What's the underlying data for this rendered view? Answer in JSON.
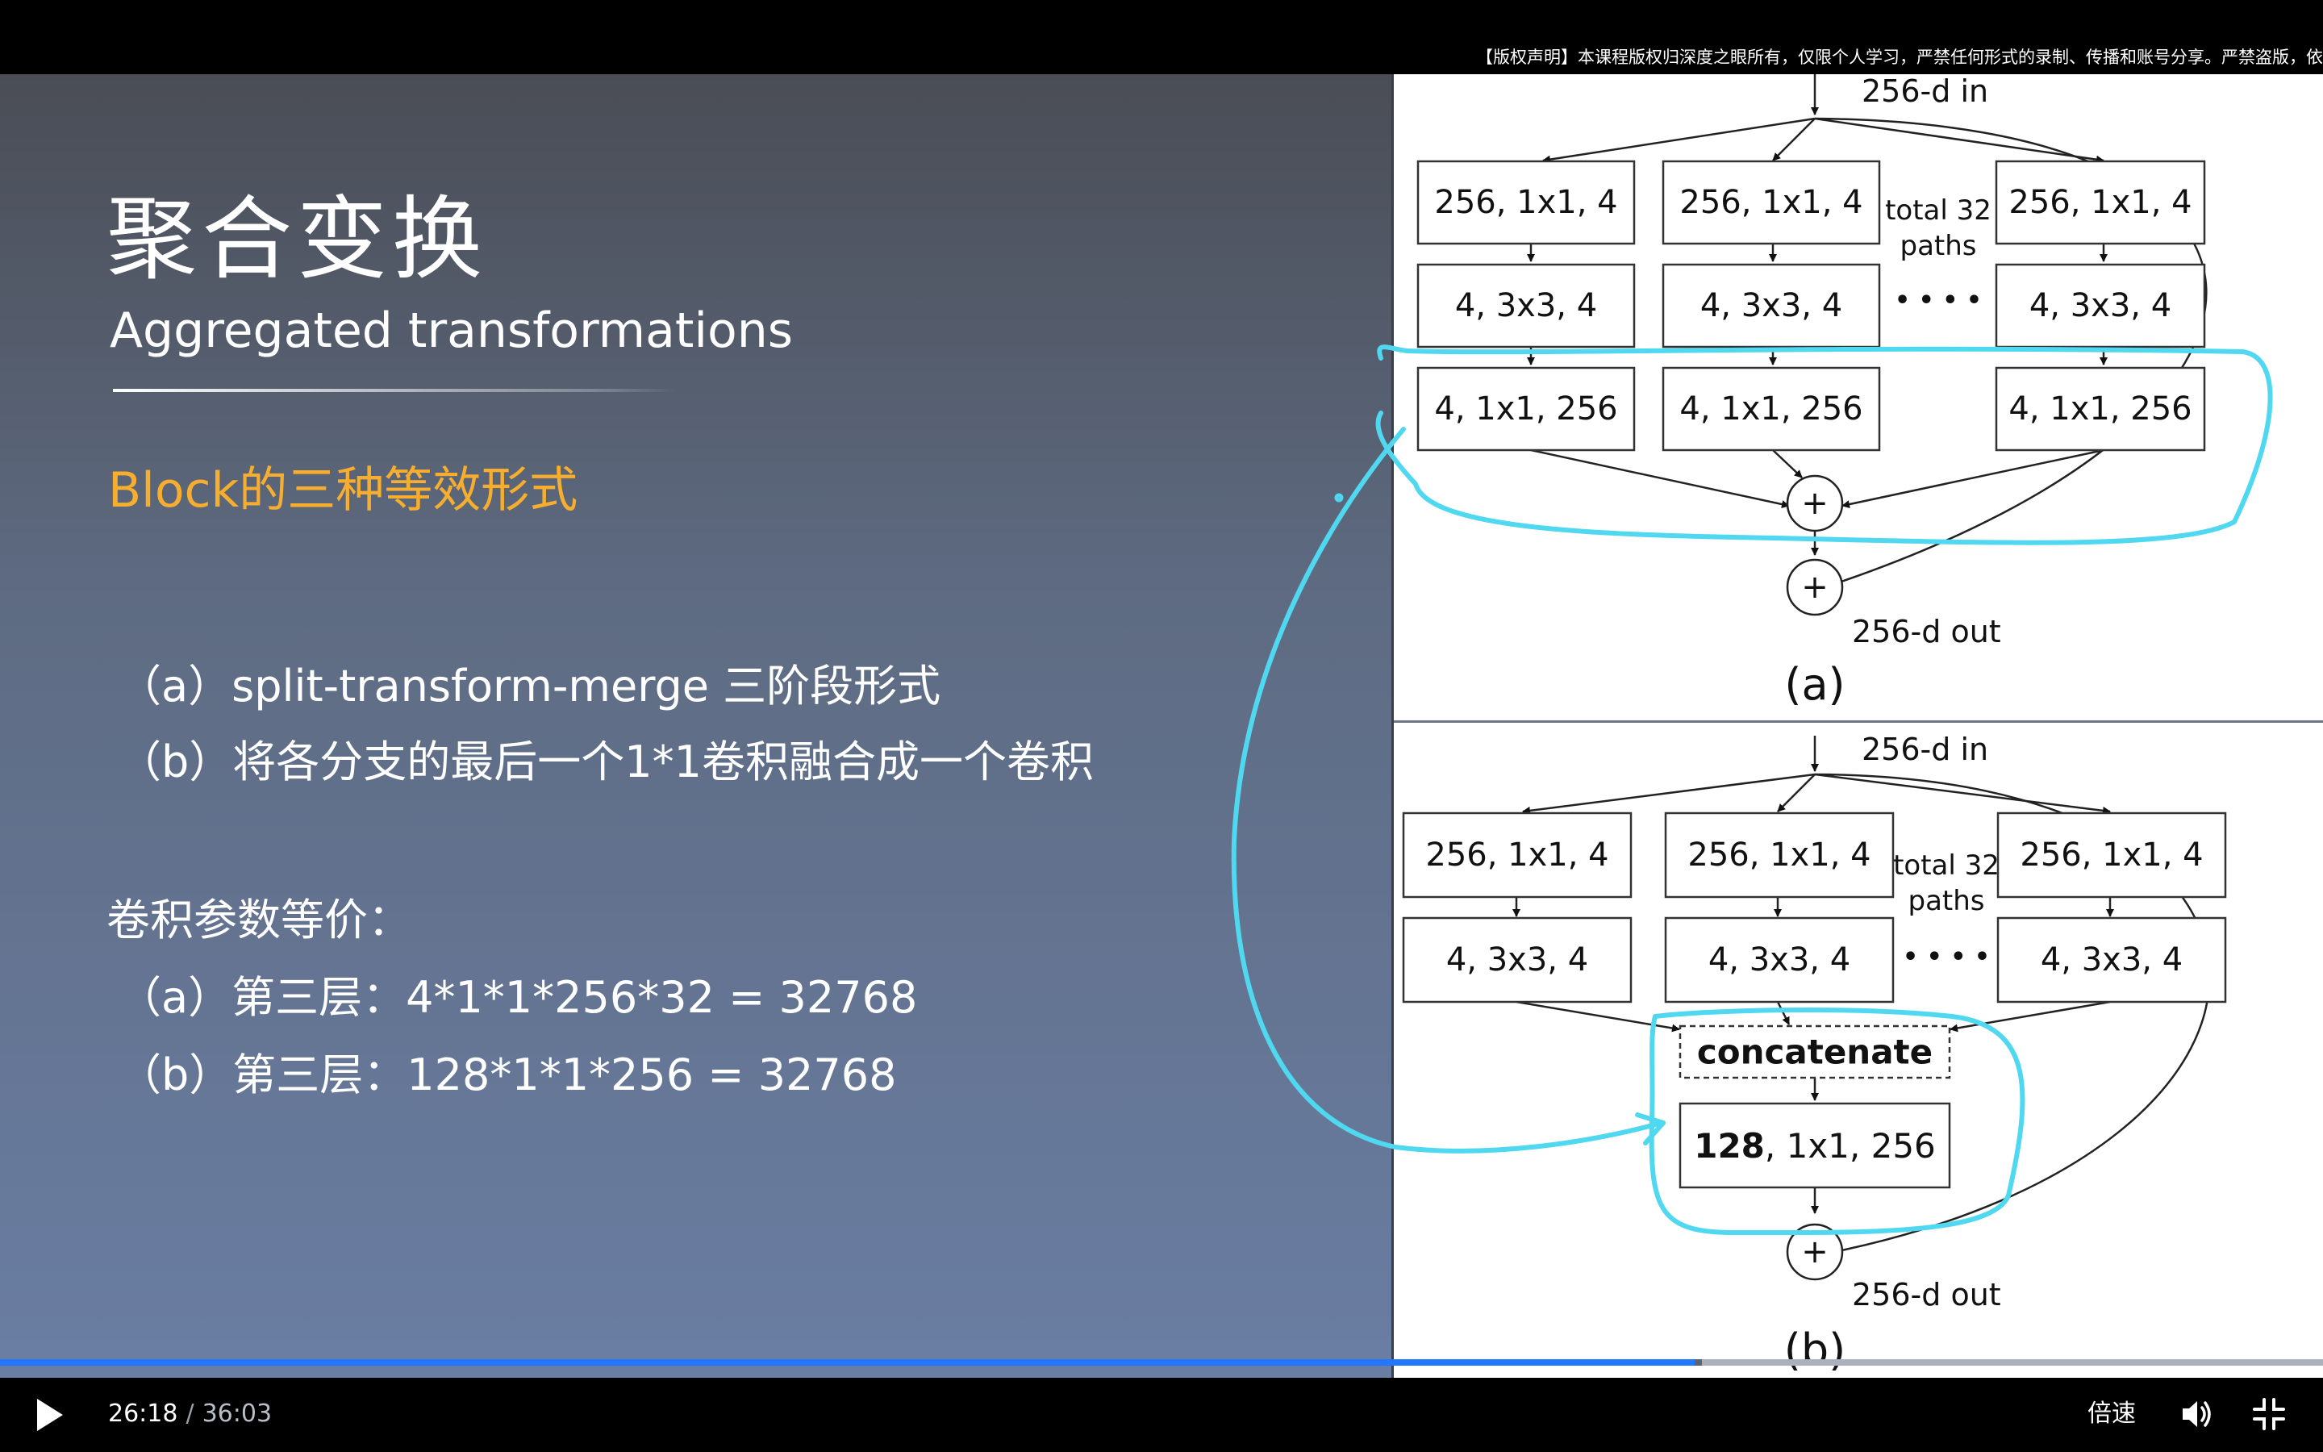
{
  "top_notice": "【版权声明】本课程版权归深度之眼所有，仅限个人学习，严禁任何形式的录制、传播和账号分享。严禁盗版，依法必",
  "slide": {
    "title_cn": "聚合变换",
    "title_en": "Aggregated transformations",
    "subtitle": "Block的三种等效形式",
    "bullets": [
      "（a）split-transform-merge 三阶段形式",
      "（b）将各分支的最后一个1*1卷积融合成一个卷积"
    ],
    "params_heading": "卷积参数等价：",
    "params": [
      "（a）第三层：4*1*1*256*32 = 32768",
      "（b）第三层：128*1*1*256 = 32768"
    ]
  },
  "figure_a": {
    "in_label": "256-d in",
    "out_label": "256-d out",
    "caption": "(a)",
    "layer1": "256, 1x1, 4",
    "layer2": "4, 3x3, 4",
    "layer3": "4, 1x1, 256",
    "total_label_1": "total 32",
    "total_label_2": "paths",
    "dots": "• • • •",
    "plus": "+"
  },
  "figure_b": {
    "in_label": "256-d in",
    "out_label": "256-d out",
    "caption": "(b)",
    "layer1": "256, 1x1, 4",
    "layer2": "4, 3x3, 4",
    "concat": "concatenate",
    "final_bold": "128",
    "final_rest": ", 1x1, 256",
    "total_label_1": "total 32",
    "total_label_2": "paths",
    "dots": "• • • •",
    "plus": "+"
  },
  "player": {
    "current_time": "26:18",
    "separator": "/",
    "duration": "36:03",
    "progress": 0.7296,
    "speed_label": "倍速",
    "icons": [
      "play-icon",
      "volume-icon",
      "exit-fullscreen-icon"
    ]
  },
  "colors": {
    "subtitle": "#f7ae2f",
    "annotation": "#4fd8ef",
    "progress": "#2377ff"
  }
}
